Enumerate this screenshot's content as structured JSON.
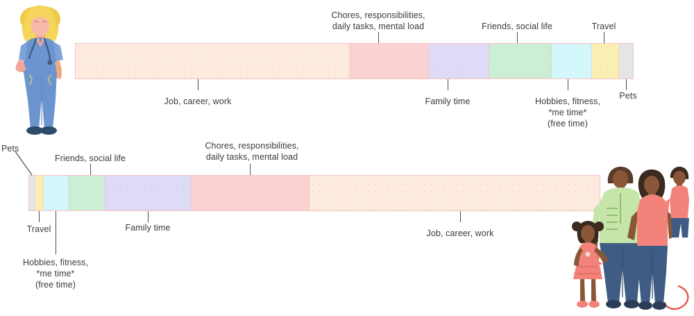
{
  "title": "Time allocation comparison infographic",
  "chart_data": {
    "type": "bar",
    "orientation": "horizontal-stacked",
    "title": "",
    "xlabel": "",
    "ylabel": "",
    "grid": false,
    "legend": "none",
    "categories": [
      "Single healthcare worker",
      "Family"
    ],
    "segment_labels": [
      "Job, career, work",
      "Chores, responsibilities, daily tasks, mental load",
      "Family time",
      "Friends, social life",
      "Hobbies, fitness, *me time* (free time)",
      "Travel",
      "Pets"
    ],
    "colors": {
      "job": "#fdebe0",
      "chores": "#fbd2d2",
      "family": "#dedbf7",
      "friends": "#cbeed4",
      "hobbies": "#d4f7fb",
      "travel": "#fbf0b4",
      "pets": "#e5e5e5",
      "border": "#f6c3c3",
      "leader": "#4a4a4a",
      "text": "#3a3a3a"
    },
    "series": [
      {
        "name": "Single healthcare worker",
        "values": [
          52.2,
          15.0,
          11.5,
          11.9,
          7.7,
          5.2,
          2.6
        ],
        "units": "percent of bar width"
      },
      {
        "name": "Family",
        "values": [
          51.0,
          20.7,
          15.2,
          6.4,
          4.3,
          1.5,
          1.1
        ],
        "units": "percent of bar width"
      }
    ]
  },
  "top_row": {
    "persona": "single-healthcare-worker",
    "segments": [
      {
        "key": "job",
        "label": "Job, career, work",
        "color": "#fdebe0",
        "pct": 52.2,
        "textured": true
      },
      {
        "key": "chores",
        "label": "Chores, responsibilities,\ndaily tasks, mental load",
        "color": "#fbd2d2",
        "pct": 15.0,
        "textured": false
      },
      {
        "key": "family",
        "label": "Family time",
        "color": "#dedbf7",
        "pct": 11.5,
        "textured": true
      },
      {
        "key": "friends",
        "label": "Friends, social life",
        "color": "#cbeed4",
        "pct": 11.9,
        "textured": false
      },
      {
        "key": "hobbies",
        "label": "Hobbies, fitness,\n*me time*\n(free time)",
        "color": "#d4f7fb",
        "pct": 7.7,
        "textured": false
      },
      {
        "key": "travel",
        "label": "Travel",
        "color": "#fbf0b4",
        "pct": 5.2,
        "textured": true
      },
      {
        "key": "pets",
        "label": "Pets",
        "color": "#e5e5e5",
        "pct": 2.6,
        "textured": false
      }
    ],
    "labels": {
      "chores": "Chores, responsibilities,\ndaily tasks, mental load",
      "friends": "Friends, social life",
      "travel": "Travel",
      "job": "Job, career, work",
      "family": "Family time",
      "hobbies": "Hobbies, fitness,\n*me time*\n(free time)",
      "pets": "Pets"
    }
  },
  "bottom_row": {
    "persona": "family",
    "segments": [
      {
        "key": "pets",
        "label": "Pets",
        "color": "#e5e5e5",
        "pct": 1.1,
        "textured": false
      },
      {
        "key": "travel",
        "label": "Travel",
        "color": "#fbf0b4",
        "pct": 1.5,
        "textured": true
      },
      {
        "key": "hobbies",
        "label": "Hobbies, fitness,\n*me time*\n(free time)",
        "color": "#d4f7fb",
        "pct": 4.3,
        "textured": false
      },
      {
        "key": "friends",
        "label": "Friends, social life",
        "color": "#cbeed4",
        "pct": 6.4,
        "textured": false
      },
      {
        "key": "family",
        "label": "Family time",
        "color": "#dedbf7",
        "pct": 15.2,
        "textured": true
      },
      {
        "key": "chores",
        "label": "Chores, responsibilities,\ndaily tasks, mental load",
        "color": "#fbd2d2",
        "pct": 20.7,
        "textured": false
      },
      {
        "key": "job",
        "label": "Job, career, work",
        "color": "#fdebe0",
        "pct": 51.0,
        "textured": true
      }
    ],
    "labels": {
      "pets": "Pets",
      "friends": "Friends, social life",
      "chores": "Chores, responsibilities,\ndaily tasks, mental load",
      "travel": "Travel",
      "hobbies": "Hobbies, fitness,\n*me time*\n(free time)",
      "family": "Family time",
      "job": "Job, career, work"
    }
  },
  "illustrations": {
    "nurse": {
      "name": "nurse-illustration",
      "hair": "#f5d55b",
      "scrubs": "#6c94cf",
      "skin": "#f0a89a",
      "shoes": "#2e4a6b",
      "stethoscope": "#4a6fa5"
    },
    "family": {
      "name": "family-illustration",
      "father_shirt": "#c5e6a8",
      "mother_top": "#f2827a",
      "girl_dress": "#f2827a",
      "baby_top": "#f2827a",
      "jeans": "#3f5d84",
      "skin": "#7a4a35",
      "accent_swoosh": "#e8564b"
    }
  }
}
